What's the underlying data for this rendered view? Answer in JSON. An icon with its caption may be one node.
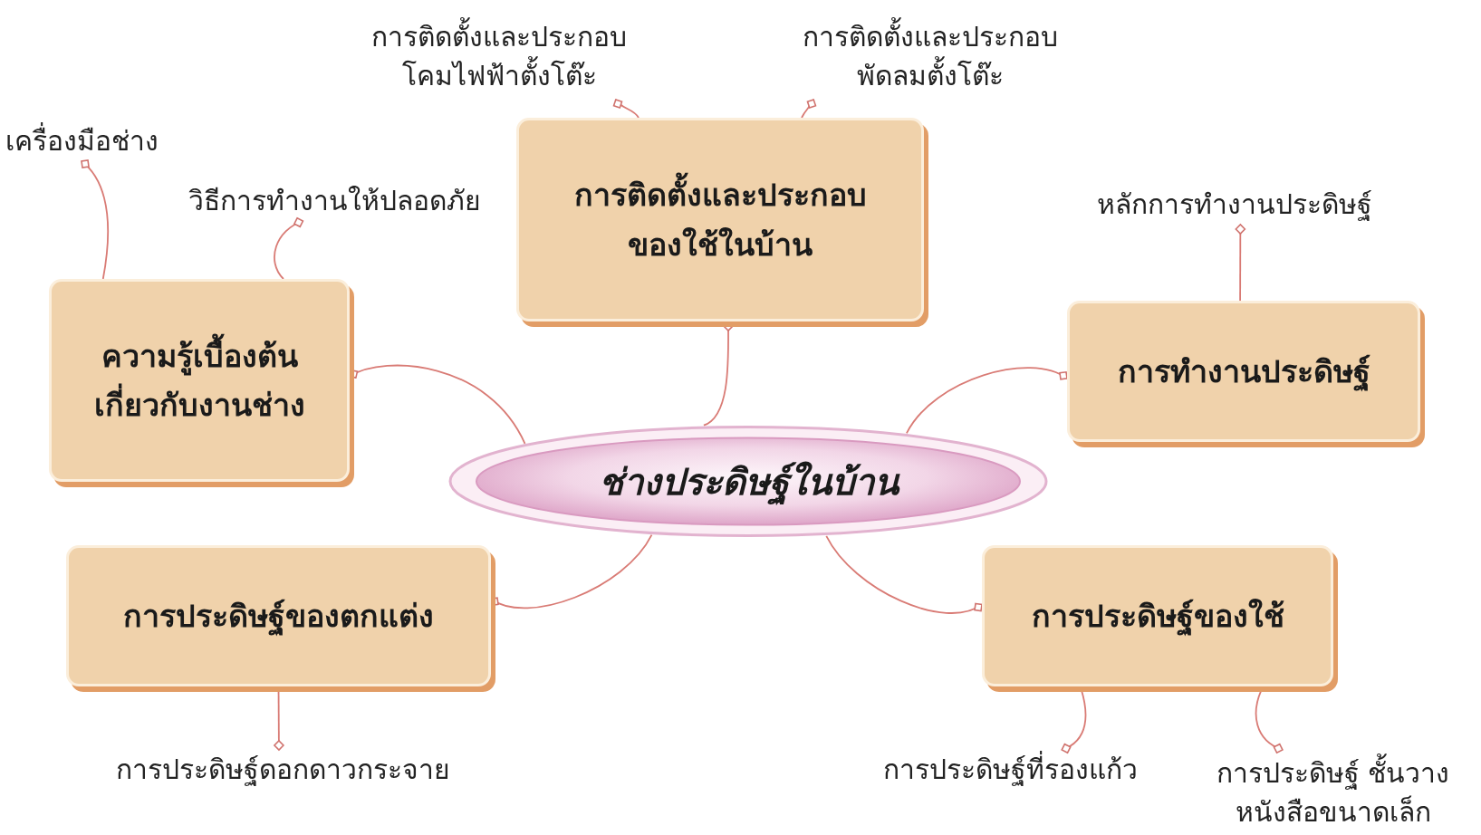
{
  "diagram": {
    "nodes": [
      {
        "text": [
          "ช่างประดิษฐ์ในบ้าน"
        ]
      },
      {
        "text": [
          "ความรู้เบื้องต้น เกี่ยวกับงานช่าง"
        ]
      },
      {
        "text": [
          "การติดตั้งและประกอบ ของใช้ในบ้าน"
        ]
      },
      {
        "text": [
          "การทำงานประดิษฐ์"
        ]
      },
      {
        "text": [
          "การประดิษฐ์ของตกแต่ง"
        ]
      },
      {
        "text": [
          "การประดิษฐ์ของใช้"
        ]
      },
      {
        "text": [
          "เครื่องมือช่าง"
        ]
      },
      {
        "text": [
          "วิธีการทำงานให้ปลอดภัย"
        ]
      },
      {
        "text": [
          "การติดตั้งและประกอบ โคมไฟฟ้าตั้งโต๊ะ"
        ]
      },
      {
        "text": [
          "การติดตั้งและประกอบ พัดลมตั้งโต๊ะ"
        ]
      },
      {
        "text": [
          "หลักการทำงานประดิษฐ์"
        ]
      },
      {
        "text": [
          "การประดิษฐ์ดอกดาวกระจาย"
        ]
      },
      {
        "text": [
          "การประดิษฐ์ที่รองแก้ว"
        ]
      },
      {
        "text": [
          "การประดิษฐ์ ชั้นวางหนังสือขนาดเล็ก"
        ]
      }
    ],
    "edges": [
      {
        "from": 0,
        "to": 1,
        "arrow": "other"
      },
      {
        "from": 0,
        "to": 2,
        "arrow": "other"
      },
      {
        "from": 0,
        "to": 3,
        "arrow": "other"
      },
      {
        "from": 0,
        "to": 4,
        "arrow": "other"
      },
      {
        "from": 0,
        "to": 5,
        "arrow": "other"
      },
      {
        "from": 1,
        "to": 6,
        "arrow": "other"
      },
      {
        "from": 1,
        "to": 7,
        "arrow": "other"
      },
      {
        "from": 2,
        "to": 8,
        "arrow": "other"
      },
      {
        "from": 2,
        "to": 9,
        "arrow": "other"
      },
      {
        "from": 3,
        "to": 10,
        "arrow": "other"
      },
      {
        "from": 4,
        "to": 11,
        "arrow": "other"
      },
      {
        "from": 5,
        "to": 12,
        "arrow": "other"
      },
      {
        "from": 5,
        "to": 13,
        "arrow": "other"
      }
    ]
  }
}
